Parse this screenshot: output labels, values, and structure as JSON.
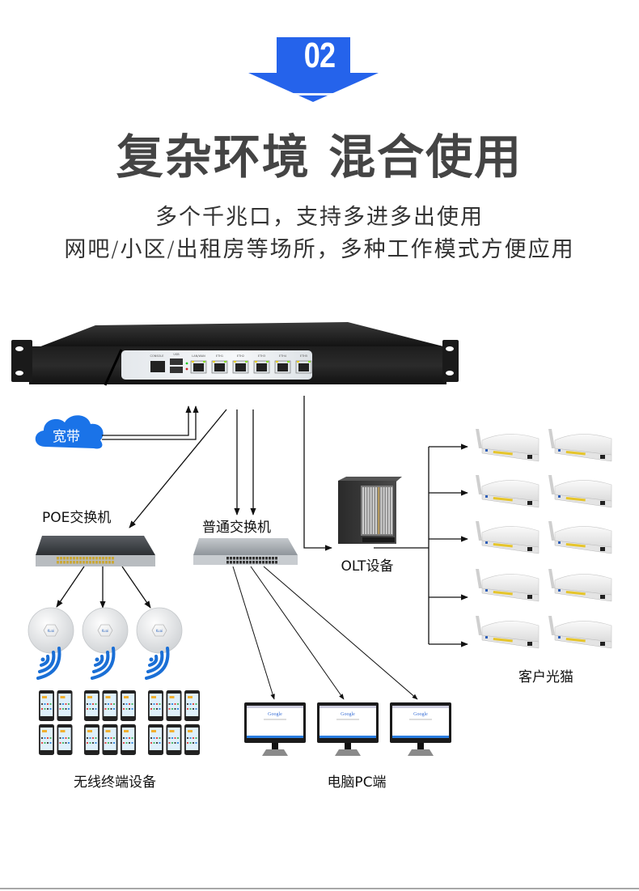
{
  "header": {
    "badge_number": "02",
    "badge_color": "#2563eb",
    "title": "复杂环境 混合使用",
    "subtitle_line1": "多个千兆口，支持多进多出使用",
    "subtitle_line2": "网吧/小区/出租房等场所，多种工作模式方便应用"
  },
  "diagram": {
    "router": {
      "ports": [
        "CONSOLE",
        "USB",
        "LAN/WAN",
        "ETH1",
        "ETH2",
        "ETH3",
        "ETH4",
        "ETH5"
      ]
    },
    "broadband_label": "宽带",
    "poe_switch_label": "POE交换机",
    "normal_switch_label": "普通交换机",
    "olt_label": "OLT设备",
    "onu_label": "客户光猫",
    "wireless_label": "无线终端设备",
    "pc_label": "电脑PC端",
    "ap_brand": "Kuai",
    "pc_screen_brand": "Google",
    "cloud_color": "#1a73e8",
    "wifi_color": "#1a6fd6",
    "counts": {
      "access_points": 3,
      "phone_groups": [
        4,
        6,
        6
      ],
      "pcs": 3,
      "onus": 10
    }
  }
}
